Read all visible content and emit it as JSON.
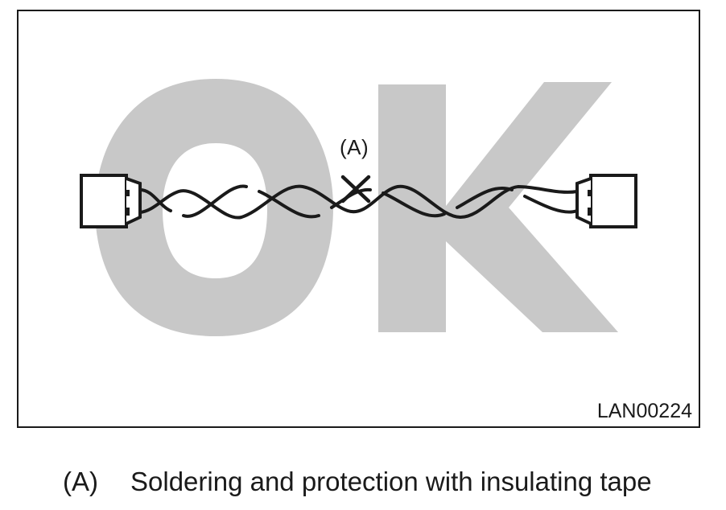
{
  "figure": {
    "watermark_text": "OK",
    "callout_label": "(A)",
    "figure_code": "LAN00224",
    "callout_marker_icon": "cross-mark-icon",
    "connector_icon": "wire-connector-icon",
    "colors": {
      "line": "#1a1a1a",
      "watermark": "#c8c8c8",
      "background": "#ffffff"
    }
  },
  "legend": {
    "items": [
      {
        "key": "(A)",
        "text": "Soldering and protection with insulating tape"
      }
    ]
  }
}
